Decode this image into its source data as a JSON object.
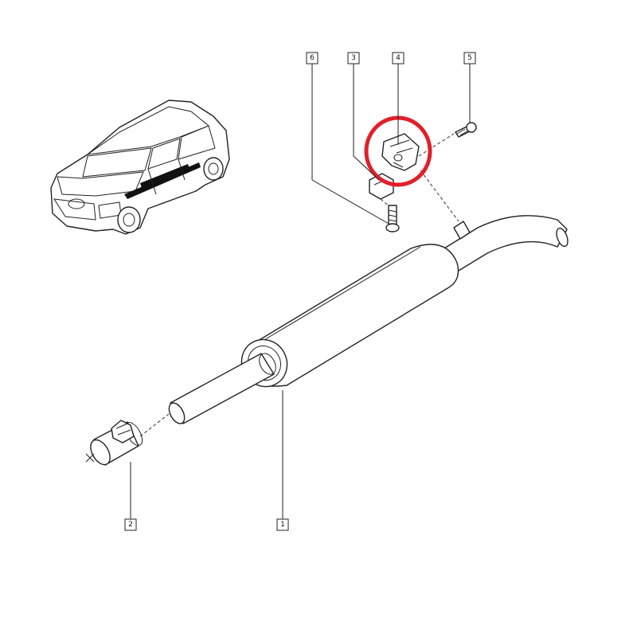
{
  "callouts": [
    {
      "label": "1"
    },
    {
      "label": "2"
    },
    {
      "label": "3"
    },
    {
      "label": "4"
    },
    {
      "label": "5"
    },
    {
      "label": "6"
    }
  ],
  "highlight": {
    "color": "#e0202a",
    "target_part": "4"
  },
  "colors": {
    "line": "#222222",
    "background": "#ffffff",
    "car_stripe": "#111111"
  }
}
